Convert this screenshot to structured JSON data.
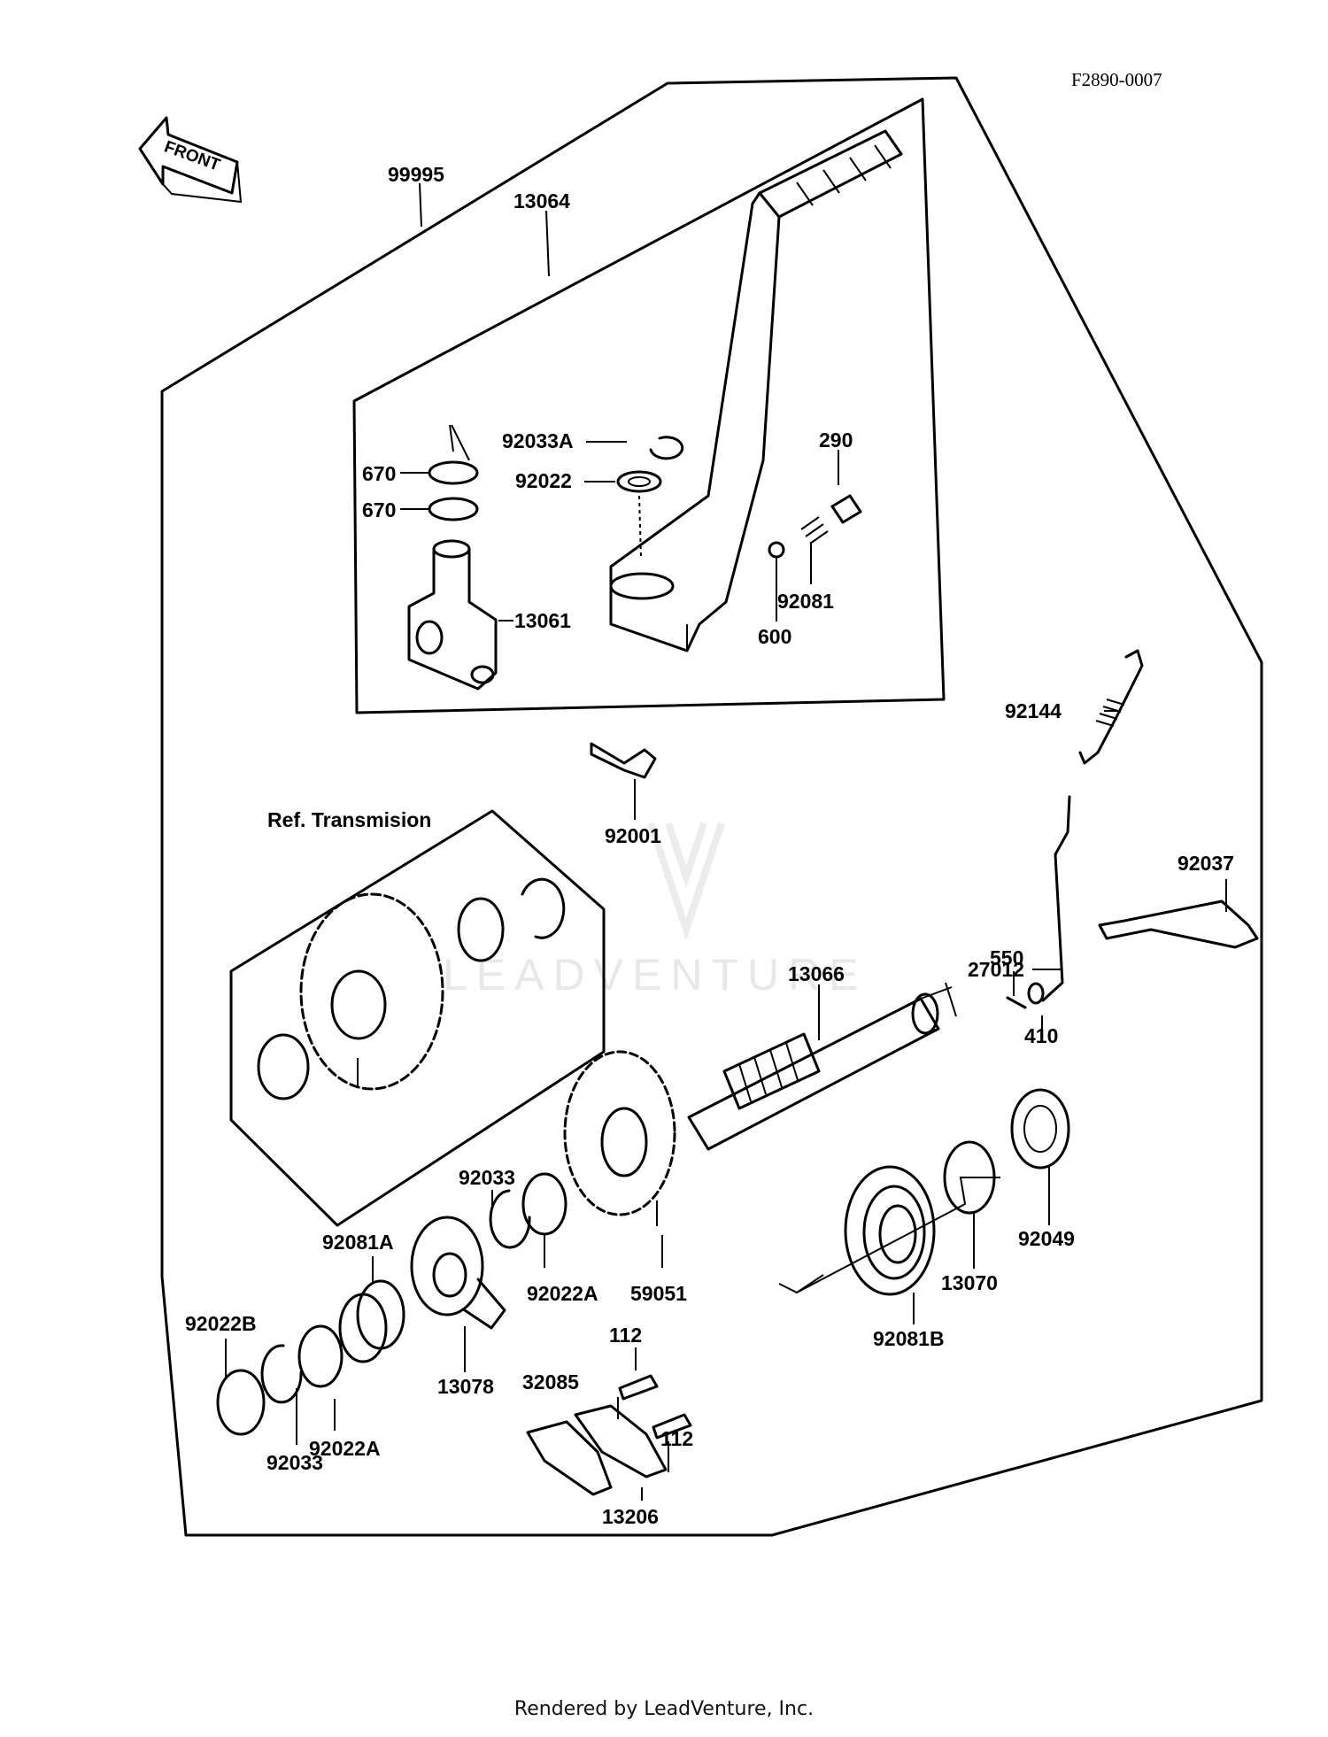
{
  "figure_id": "F2890-0007",
  "front_label": "FRONT",
  "watermark": "LEADVENTURE",
  "reference_label": "Ref. Transmision",
  "footer": "Rendered by LeadVenture, Inc.",
  "parts": {
    "p99995": "99995",
    "p13064": "13064",
    "p92033A": "92033A",
    "p92022": "92022",
    "p290": "290",
    "p670a": "670",
    "p670b": "670",
    "p13061": "13061",
    "p92081": "92081",
    "p600": "600",
    "p92144": "92144",
    "p92001": "92001",
    "p27012": "27012",
    "p92037": "92037",
    "p550": "550",
    "p410": "410",
    "p13066": "13066",
    "p92033_upper": "92033",
    "p92081A": "92081A",
    "p92022A_upper": "92022A",
    "p59051": "59051",
    "p92049": "92049",
    "p13070": "13070",
    "p92081B": "92081B",
    "p92022B": "92022B",
    "p13078": "13078",
    "p112a": "112",
    "p112b": "112",
    "p32085": "32085",
    "p92022A_lower": "92022A",
    "p92033_lower": "92033",
    "p13206": "13206"
  }
}
